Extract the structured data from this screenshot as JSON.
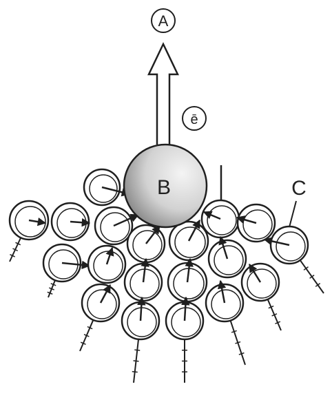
{
  "labels": {
    "top_circle": "A",
    "arrow_label": "ē",
    "big_ball": "B",
    "side_label": "C"
  },
  "colors": {
    "ink": "#1f1f1f",
    "ball_light": "#ececec",
    "ball_dark": "#8a8a8a",
    "small_fill": "#ffffff"
  }
}
